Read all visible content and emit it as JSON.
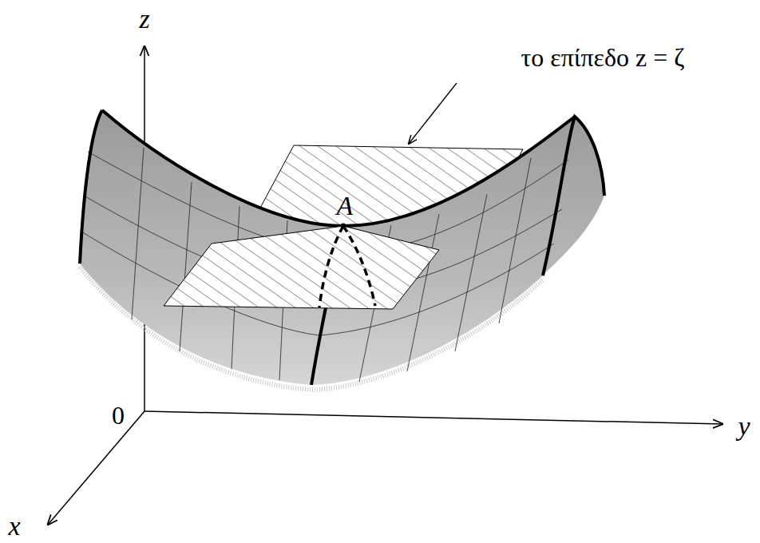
{
  "diagram": {
    "labels": [
      "z",
      "y",
      "x",
      "0",
      "A",
      "το επίπεδο z = ζ"
    ]
  }
}
